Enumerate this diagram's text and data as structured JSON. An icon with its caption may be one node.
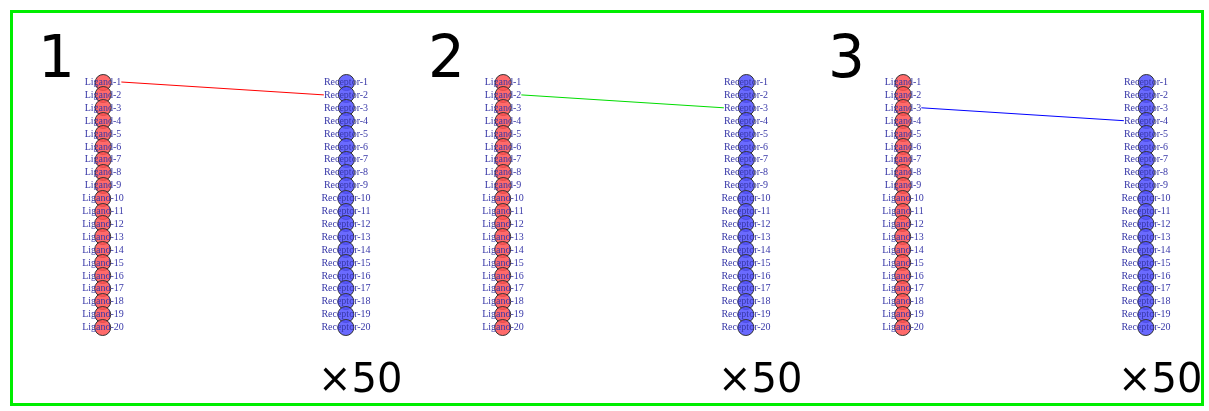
{
  "diagram": {
    "nodes": [
      {
        "text": [
          "Ligand-1"
        ]
      },
      {
        "text": [
          "Ligand-2"
        ]
      },
      {
        "text": [
          "Ligand-3"
        ]
      },
      {
        "text": [
          "Ligand-4"
        ]
      },
      {
        "text": [
          "Ligand-5"
        ]
      },
      {
        "text": [
          "Ligand-6"
        ]
      },
      {
        "text": [
          "Ligand-7"
        ]
      },
      {
        "text": [
          "Ligand-8"
        ]
      },
      {
        "text": [
          "Ligand-9"
        ]
      },
      {
        "text": [
          "Ligand-10"
        ]
      },
      {
        "text": [
          "Ligand-11"
        ]
      },
      {
        "text": [
          "Ligand-12"
        ]
      },
      {
        "text": [
          "Ligand-13"
        ]
      },
      {
        "text": [
          "Ligand-14"
        ]
      },
      {
        "text": [
          "Ligand-15"
        ]
      },
      {
        "text": [
          "Ligand-16"
        ]
      },
      {
        "text": [
          "Ligand-17"
        ]
      },
      {
        "text": [
          "Ligand-18"
        ]
      },
      {
        "text": [
          "Ligand-19"
        ]
      },
      {
        "text": [
          "Ligand-20"
        ]
      },
      {
        "text": [
          "Receptor-1"
        ]
      },
      {
        "text": [
          "Receptor-2"
        ]
      },
      {
        "text": [
          "Receptor-3"
        ]
      },
      {
        "text": [
          "Receptor-4"
        ]
      },
      {
        "text": [
          "Receptor-5"
        ]
      },
      {
        "text": [
          "Receptor-6"
        ]
      },
      {
        "text": [
          "Receptor-7"
        ]
      },
      {
        "text": [
          "Receptor-8"
        ]
      },
      {
        "text": [
          "Receptor-9"
        ]
      },
      {
        "text": [
          "Receptor-10"
        ]
      },
      {
        "text": [
          "Receptor-11"
        ]
      },
      {
        "text": [
          "Receptor-12"
        ]
      },
      {
        "text": [
          "Receptor-13"
        ]
      },
      {
        "text": [
          "Receptor-14"
        ]
      },
      {
        "text": [
          "Receptor-15"
        ]
      },
      {
        "text": [
          "Receptor-16"
        ]
      },
      {
        "text": [
          "Receptor-17"
        ]
      },
      {
        "text": [
          "Receptor-18"
        ]
      },
      {
        "text": [
          "Receptor-19"
        ]
      },
      {
        "text": [
          "Receptor-20"
        ]
      },
      {
        "text": [
          "Ligand-1"
        ]
      },
      {
        "text": [
          "Ligand-2"
        ]
      },
      {
        "text": [
          "Ligand-3"
        ]
      },
      {
        "text": [
          "Ligand-4"
        ]
      },
      {
        "text": [
          "Ligand-5"
        ]
      },
      {
        "text": [
          "Ligand-6"
        ]
      },
      {
        "text": [
          "Ligand-7"
        ]
      },
      {
        "text": [
          "Ligand-8"
        ]
      },
      {
        "text": [
          "Ligand-9"
        ]
      },
      {
        "text": [
          "Ligand-10"
        ]
      },
      {
        "text": [
          "Ligand-11"
        ]
      },
      {
        "text": [
          "Ligand-12"
        ]
      },
      {
        "text": [
          "Ligand-13"
        ]
      },
      {
        "text": [
          "Ligand-14"
        ]
      },
      {
        "text": [
          "Ligand-15"
        ]
      },
      {
        "text": [
          "Ligand-16"
        ]
      },
      {
        "text": [
          "Ligand-17"
        ]
      },
      {
        "text": [
          "Ligand-18"
        ]
      },
      {
        "text": [
          "Ligand-19"
        ]
      },
      {
        "text": [
          "Ligand-20"
        ]
      },
      {
        "text": [
          "Receptor-1"
        ]
      },
      {
        "text": [
          "Receptor-2"
        ]
      },
      {
        "text": [
          "Receptor-3"
        ]
      },
      {
        "text": [
          "Receptor-4"
        ]
      },
      {
        "text": [
          "Receptor-5"
        ]
      },
      {
        "text": [
          "Receptor-6"
        ]
      },
      {
        "text": [
          "Receptor-7"
        ]
      },
      {
        "text": [
          "Receptor-8"
        ]
      },
      {
        "text": [
          "Receptor-9"
        ]
      },
      {
        "text": [
          "Receptor-10"
        ]
      },
      {
        "text": [
          "Receptor-11"
        ]
      },
      {
        "text": [
          "Receptor-12"
        ]
      },
      {
        "text": [
          "Receptor-13"
        ]
      },
      {
        "text": [
          "Receptor-14"
        ]
      },
      {
        "text": [
          "Receptor-15"
        ]
      },
      {
        "text": [
          "Receptor-16"
        ]
      },
      {
        "text": [
          "Receptor-17"
        ]
      },
      {
        "text": [
          "Receptor-18"
        ]
      },
      {
        "text": [
          "Receptor-19"
        ]
      },
      {
        "text": [
          "Receptor-20"
        ]
      },
      {
        "text": [
          "Ligand-1"
        ]
      },
      {
        "text": [
          "Ligand-2"
        ]
      },
      {
        "text": [
          "Ligand-3"
        ]
      },
      {
        "text": [
          "Ligand-4"
        ]
      },
      {
        "text": [
          "Ligand-5"
        ]
      },
      {
        "text": [
          "Ligand-6"
        ]
      },
      {
        "text": [
          "Ligand-7"
        ]
      },
      {
        "text": [
          "Ligand-8"
        ]
      },
      {
        "text": [
          "Ligand-9"
        ]
      },
      {
        "text": [
          "Ligand-10"
        ]
      },
      {
        "text": [
          "Ligand-11"
        ]
      },
      {
        "text": [
          "Ligand-12"
        ]
      },
      {
        "text": [
          "Ligand-13"
        ]
      },
      {
        "text": [
          "Ligand-14"
        ]
      },
      {
        "text": [
          "Ligand-15"
        ]
      },
      {
        "text": [
          "Ligand-16"
        ]
      },
      {
        "text": [
          "Ligand-17"
        ]
      },
      {
        "text": [
          "Ligand-18"
        ]
      },
      {
        "text": [
          "Ligand-19"
        ]
      },
      {
        "text": [
          "Ligand-20"
        ]
      },
      {
        "text": [
          "Receptor-1"
        ]
      },
      {
        "text": [
          "Receptor-2"
        ]
      },
      {
        "text": [
          "Receptor-3"
        ]
      },
      {
        "text": [
          "Receptor-4"
        ]
      },
      {
        "text": [
          "Receptor-5"
        ]
      },
      {
        "text": [
          "Receptor-6"
        ]
      },
      {
        "text": [
          "Receptor-7"
        ]
      },
      {
        "text": [
          "Receptor-8"
        ]
      },
      {
        "text": [
          "Receptor-9"
        ]
      },
      {
        "text": [
          "Receptor-10"
        ]
      },
      {
        "text": [
          "Receptor-11"
        ]
      },
      {
        "text": [
          "Receptor-12"
        ]
      },
      {
        "text": [
          "Receptor-13"
        ]
      },
      {
        "text": [
          "Receptor-14"
        ]
      },
      {
        "text": [
          "Receptor-15"
        ]
      },
      {
        "text": [
          "Receptor-16"
        ]
      },
      {
        "text": [
          "Receptor-17"
        ]
      },
      {
        "text": [
          "Receptor-18"
        ]
      },
      {
        "text": [
          "Receptor-19"
        ]
      },
      {
        "text": [
          "Receptor-20"
        ]
      }
    ],
    "edges": [
      {
        "from": 0,
        "to": 21,
        "arrow": "none",
        "color": "#ff0000"
      },
      {
        "from": 41,
        "to": 62,
        "arrow": "none",
        "color": "#00dd00"
      },
      {
        "from": 82,
        "to": 103,
        "arrow": "none",
        "color": "#0000ff"
      }
    ],
    "labels": [
      "1",
      "2",
      "3",
      "×50",
      "×50",
      "×50"
    ]
  }
}
